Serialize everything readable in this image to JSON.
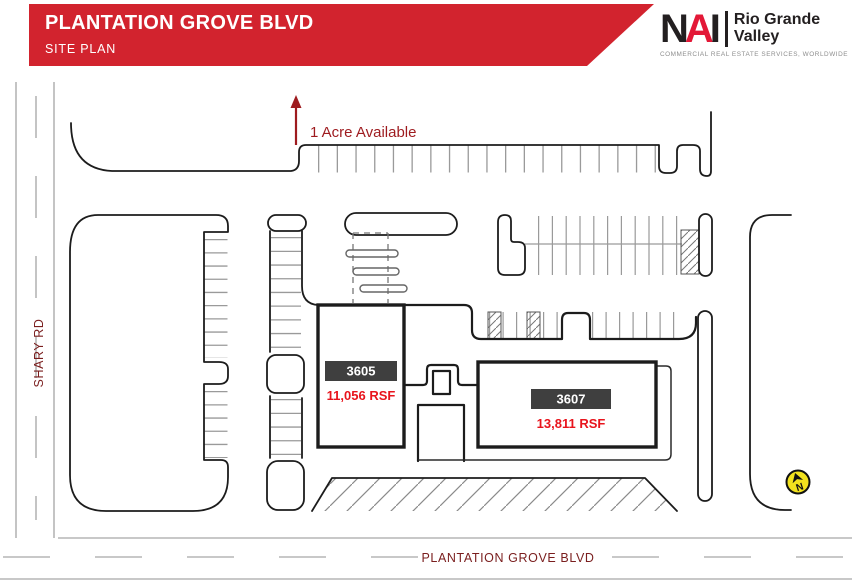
{
  "colors": {
    "banner_red": "#d2232e",
    "logo_red": "#e31837",
    "logo_black": "#231f20",
    "tagline_gray": "#8d8d8d",
    "street_label_red": "#7a1e1e",
    "available_red": "#9e1b1f",
    "rsf_red": "#e8141c",
    "building_label_bg": "#3f3f3f",
    "building_label_text": "#ffffff",
    "north_yellow": "#f2e21e"
  },
  "header": {
    "title": "PLANTATION GROVE BLVD",
    "subtitle": "SITE PLAN"
  },
  "logo": {
    "letters": {
      "n": "N",
      "a": "A",
      "i": "I"
    },
    "region_line1": "Rio Grande",
    "region_line2": "Valley",
    "tagline": "COMMERCIAL REAL ESTATE SERVICES, WORLDWIDE"
  },
  "site_plan": {
    "available": {
      "label": "1 Acre Available"
    },
    "streets": {
      "west": "SHARY RD",
      "south": "PLANTATION GROVE BLVD"
    },
    "buildings": [
      {
        "id": "3605",
        "rsf": "11,056 RSF"
      },
      {
        "id": "3607",
        "rsf": "13,811 RSF"
      }
    ],
    "north": {
      "label": "N"
    }
  }
}
